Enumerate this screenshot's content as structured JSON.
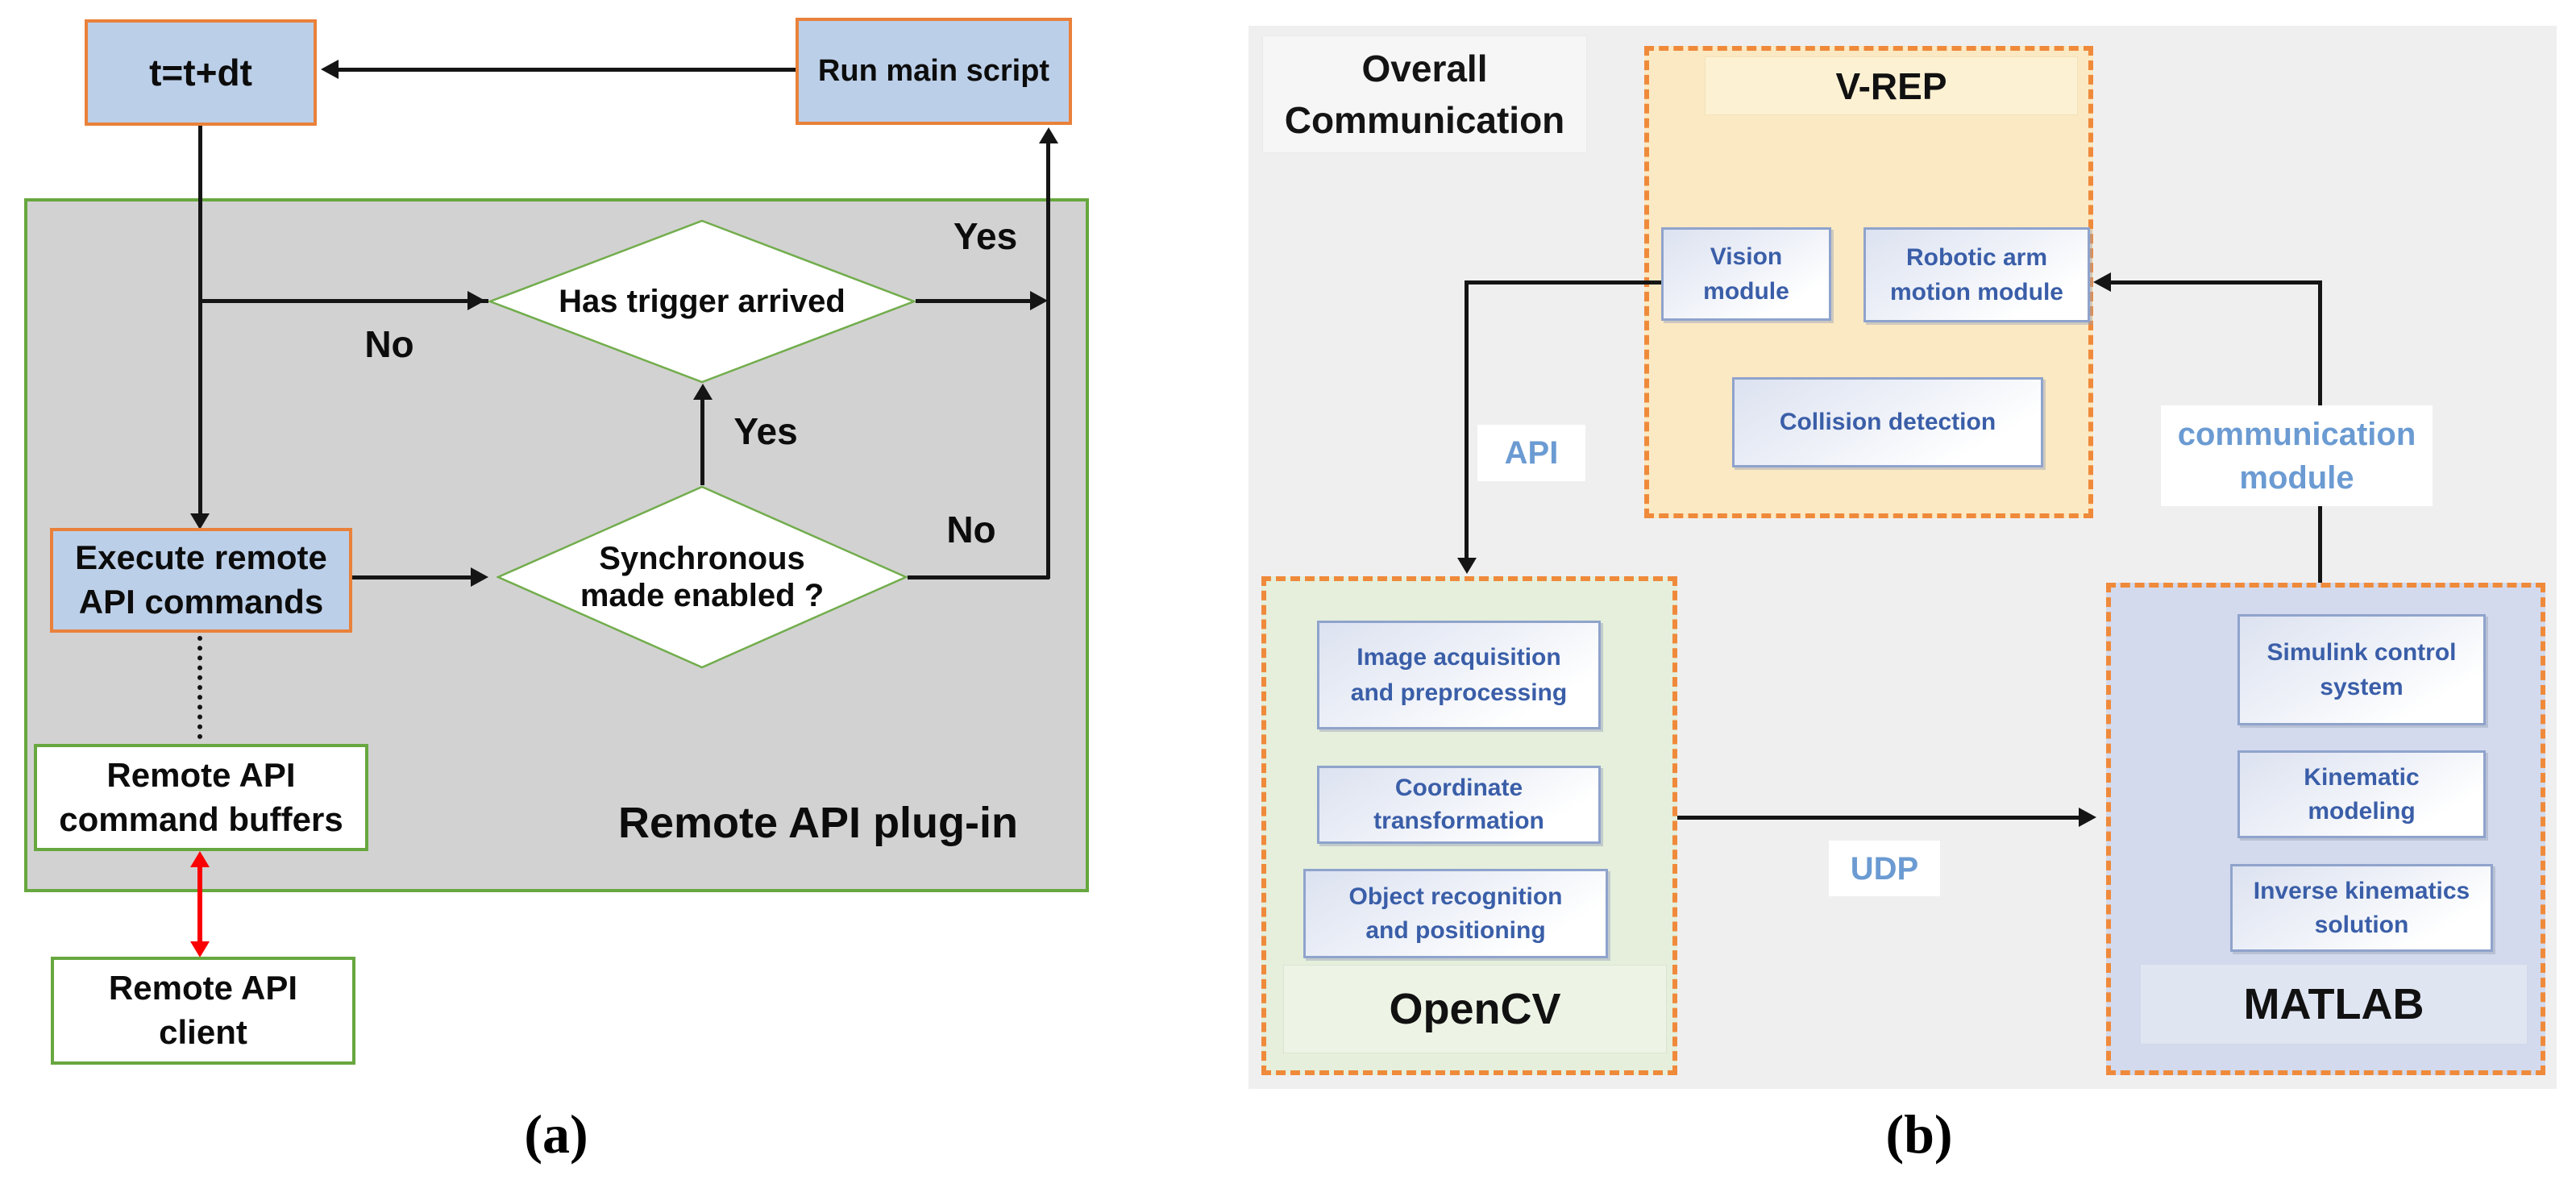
{
  "a": {
    "t_step": "t=t+dt",
    "run_main": "Run main script",
    "trigger": "Has trigger arrived",
    "sync": [
      "Synchronous",
      "made enabled ?"
    ],
    "execute": [
      "Execute remote",
      "API commands"
    ],
    "buffers": [
      "Remote API",
      "command buffers"
    ],
    "client": [
      "Remote API",
      "client"
    ],
    "plugin": "Remote API plug-in",
    "yes_top": "Yes",
    "no_top": "No",
    "yes_mid": "Yes",
    "no_mid": "No",
    "caption": "(a)"
  },
  "b": {
    "title": [
      "Overall",
      "Communication"
    ],
    "vrep_title": "V-REP",
    "vision": [
      "Vision",
      "module"
    ],
    "robotic": [
      "Robotic arm",
      "motion module"
    ],
    "collision": "Collision detection",
    "api": "API",
    "comm": [
      "communication",
      "module"
    ],
    "opencv_title": "OpenCV",
    "img": [
      "Image acquisition",
      "and preprocessing"
    ],
    "coord": [
      "Coordinate",
      "transformation"
    ],
    "obj": [
      "Object recognition",
      "and positioning"
    ],
    "udp": "UDP",
    "matlab_title": "MATLAB",
    "simulink": [
      "Simulink control",
      "system"
    ],
    "kinematic": [
      "Kinematic",
      "modeling"
    ],
    "inverse": [
      "Inverse kinematics",
      "solution"
    ],
    "caption": "(b)"
  },
  "colors": {
    "box_blue_fill": "#bccfe8",
    "box_orange_border": "#e9813a",
    "panel_gray": "#d2d2d2",
    "green_border": "#67a73f",
    "diamond_outline": "#72ad4c",
    "red_arrow": "#fa0000",
    "panel_b_bg": "#f0eff0",
    "vrep_fill": "#fbe9c3",
    "opencv_fill": "#e5efdb",
    "matlab_fill": "#d3daed",
    "dashed_border_orange": "#ef8a3b",
    "module_border_blue": "#8fa3cc",
    "module_text_blue": "#3a5ea8",
    "label_blue": "#6b9bd2"
  }
}
